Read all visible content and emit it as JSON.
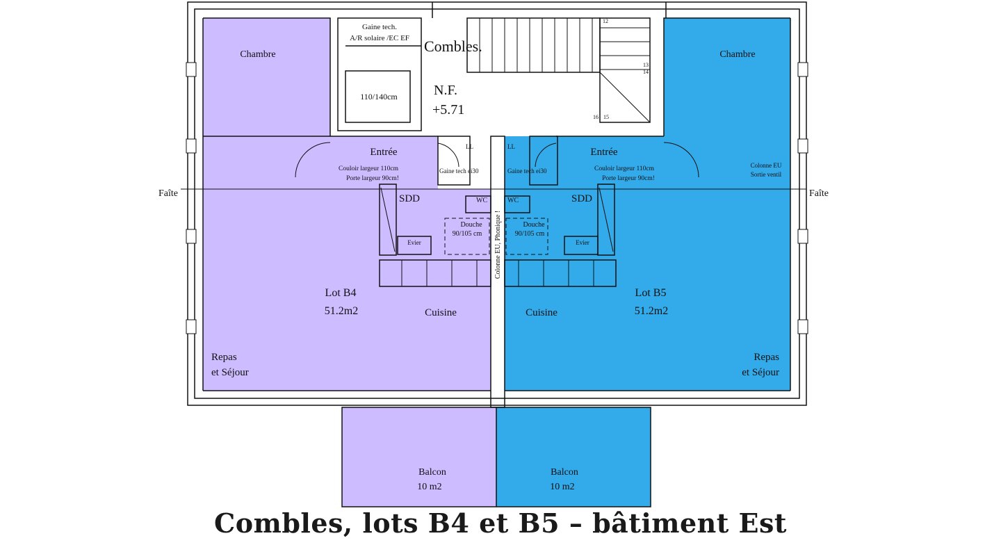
{
  "caption": "Combles, lots B4 et B5 – bâtiment Est",
  "colors": {
    "lot_b4": "#cdbcff",
    "lot_b5": "#33aaea",
    "wall": "#111111",
    "background": "#ffffff"
  },
  "ridge": {
    "left_label": "Faîte",
    "right_label": "Faîte"
  },
  "core": {
    "gaine_line1": "Gaine tech.",
    "gaine_line2": "A/R solaire /EC EF",
    "shaft_size": "110/140cm",
    "combles_label": "Combles.",
    "level_label": "N.F.",
    "level_value": "+5.71",
    "stair_steps": [
      "12",
      "13",
      "14",
      "15",
      "16"
    ],
    "colonne_central": "Colonne EU, Phonique !"
  },
  "lot_b4": {
    "chambre": "Chambre",
    "entree": "Entrée",
    "couloir_note": "Couloir largeur 110cm",
    "porte_note": "Porte largeur 90cm!",
    "ll": "LL",
    "gaine": "Gaine tech ei30",
    "sdd": "SDD",
    "wc": "WC",
    "douche": "Douche",
    "douche_size": "90/105 cm",
    "evier": "Evier",
    "lot_name": "Lot B4",
    "lot_area": "51.2m2",
    "cuisine": "Cuisine",
    "repas": "Repas",
    "sejour": "et Séjour",
    "balcon": "Balcon",
    "balcon_area": "10 m2"
  },
  "lot_b5": {
    "chambre": "Chambre",
    "entree": "Entrée",
    "couloir_note": "Couloir largeur 110cm",
    "porte_note": "Porte largeur 90cm!",
    "colonne_eu": "Colonne EU",
    "sortie_ventil": "Sortie ventil",
    "ll": "LL",
    "gaine": "Gaine tech ei30",
    "sdd": "SDD",
    "wc": "WC",
    "douche": "Douche",
    "douche_size": "90/105 cm",
    "evier": "Evier",
    "lot_name": "Lot B5",
    "lot_area": "51.2m2",
    "cuisine": "Cuisine",
    "repas": "Repas",
    "sejour": "et Séjour",
    "balcon": "Balcon",
    "balcon_area": "10 m2"
  }
}
